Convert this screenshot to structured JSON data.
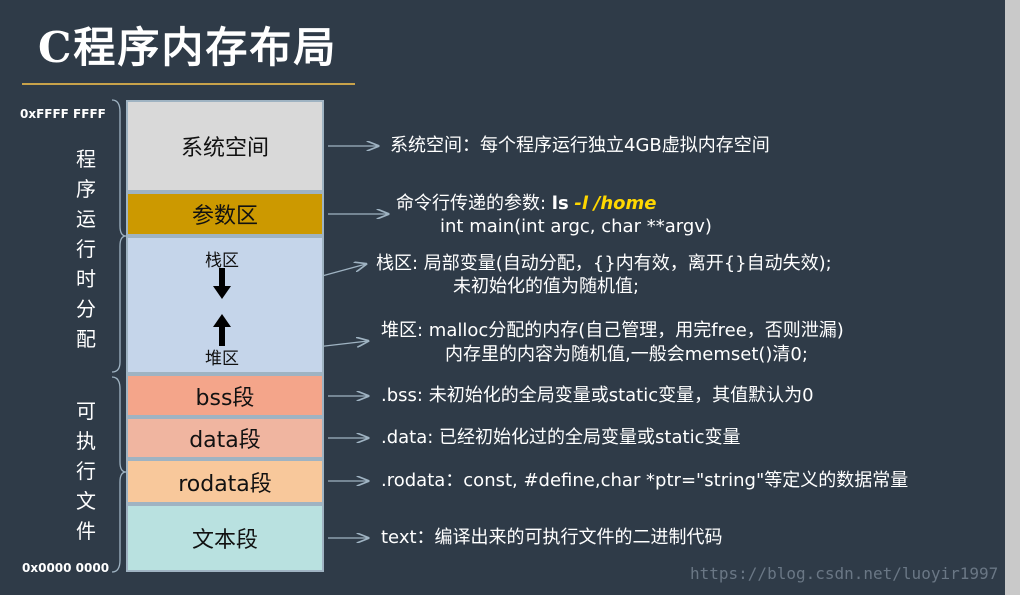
{
  "title": "C程序内存布局",
  "addresses": {
    "top": "0xFFFF FFFF",
    "bottom": "0x0000 0000"
  },
  "side_labels": {
    "runtime": "程序运行时分配",
    "executable": "可执行文件"
  },
  "blocks": {
    "system": "系统空间",
    "args": "参数区",
    "stack": "栈区",
    "heap": "堆区",
    "bss": "bss段",
    "data": "data段",
    "rodata": "rodata段",
    "text": "文本段"
  },
  "notes": {
    "system": "系统空间：每个程序运行独立4GB虚拟内存空间",
    "args_line1_prefix": "命令行传递的参数:  ",
    "args_cmd": "ls",
    "args_opt": "-l",
    "args_path": "/home",
    "args_line2": "int main(int argc, char **argv)",
    "stack_line1": "栈区:  局部变量(自动分配，{}内有效，离开{}自动失效);",
    "stack_line2": "未初始化的值为随机值;",
    "heap_line1": "堆区:  malloc分配的内存(自己管理，用完free，否则泄漏)",
    "heap_line2": "内存里的内容为随机值,一般会memset()清0;",
    "bss": ".bss:  未初始化的全局变量或static变量，其值默认为0",
    "data": ".data:   已经初始化过的全局变量或static变量",
    "rodata": ".rodata：const, #define,char *ptr=\"string\"等定义的数据常量",
    "text": "text：编译出来的可执行文件的二进制代码"
  },
  "colors": {
    "background": "#2f3b48",
    "system": "#d9d9d9",
    "args": "#cc9900",
    "stack_heap": "#c5d5ea",
    "bss": "#f4a58a",
    "data": "#f0b5a0",
    "rodata": "#f8c89b",
    "text": "#b9e1e0",
    "highlight": "#ffd700"
  },
  "icons": {
    "down": "down-arrow-icon",
    "up": "up-arrow-icon"
  },
  "watermark": "https://blog.csdn.net/luoyir1997"
}
